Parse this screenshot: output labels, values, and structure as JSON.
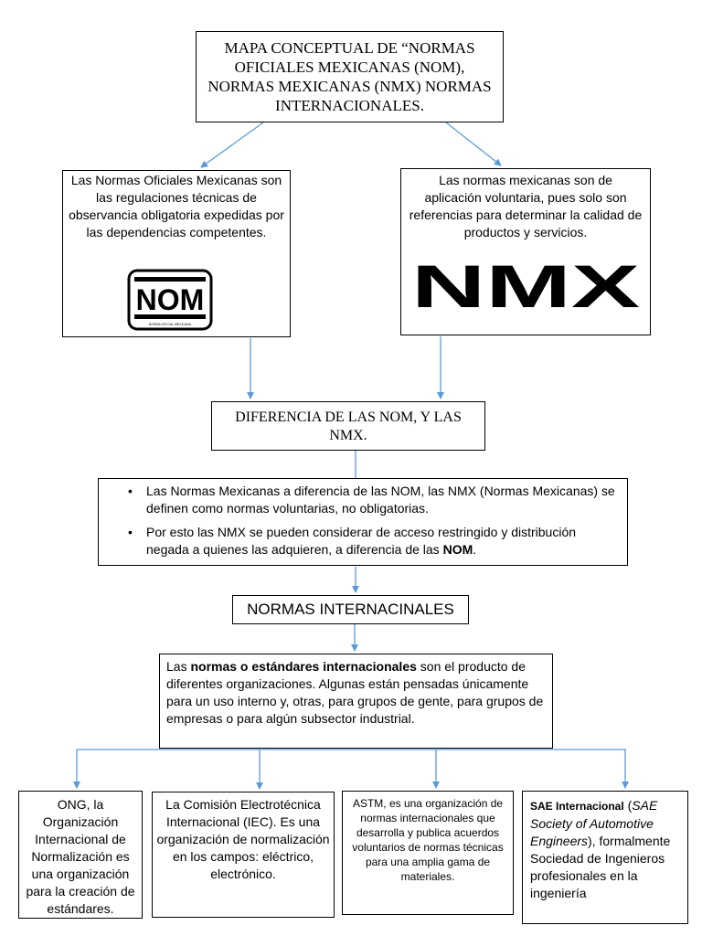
{
  "title": "MAPA CONCEPTUAL DE “NORMAS OFICIALES MEXICANAS (NOM), NORMAS MEXICANAS (NMX) NORMAS INTERNACIONALES.",
  "nom": {
    "text": "Las Normas Oficiales Mexicanas son las regulaciones técnicas de observancia obligatoria expedidas por las dependencias competentes.",
    "logo_text": "NOM",
    "logo_small_text": "NORMA OFICIAL MEXICANA"
  },
  "nmx": {
    "text": "Las normas mexicanas son de aplicación voluntaria, pues solo son referencias para determinar la calidad de productos y servicios.",
    "logo_text": "NMX"
  },
  "difference": {
    "title": "DIFERENCIA DE LAS NOM, Y LAS NMX.",
    "bullet_symbol": "•",
    "bullet1": "Las Normas Mexicanas a diferencia de las NOM, las NMX (Normas Mexicanas) se definen como normas voluntarias, no obligatorias.",
    "bullet2_before": "Por esto las NMX se pueden considerar de acceso restringido y distribución negada a quienes las adquieren, a diferencia de las ",
    "bullet2_bold": "NOM",
    "bullet2_after": "."
  },
  "international": {
    "title": "NORMAS INTERNACINALES",
    "text_before": "Las ",
    "text_bold": "normas o estándares internacionales",
    "text_after": " son el producto de diferentes organizaciones. Algunas están pensadas únicamente para un uso interno y, otras, para grupos de gente, para grupos de empresas o para algún subsector industrial."
  },
  "organizations": {
    "ong": "ONG, la Organización Internacional de Normalización es una organización para la creación de estándares.",
    "iec": "La Comisión Electrotécnica Internacional (IEC). Es una organización de normalización en los campos: eléctrico, electrónico.",
    "astm": "ASTM, es una organización de normas internacionales que desarrolla y publica acuerdos voluntarios de normas técnicas para una amplia gama de materiales.",
    "sae_bold": "SAE Internacional",
    "sae_paren_open": " (",
    "sae_italic": "SAE Society of Automotive Engineers",
    "sae_rest": "), formalmente Sociedad de Ingenieros profesionales en la ingeniería"
  },
  "colors": {
    "connector": "#5b9bd5",
    "border": "#000000",
    "text": "#000000",
    "background": "#ffffff"
  }
}
